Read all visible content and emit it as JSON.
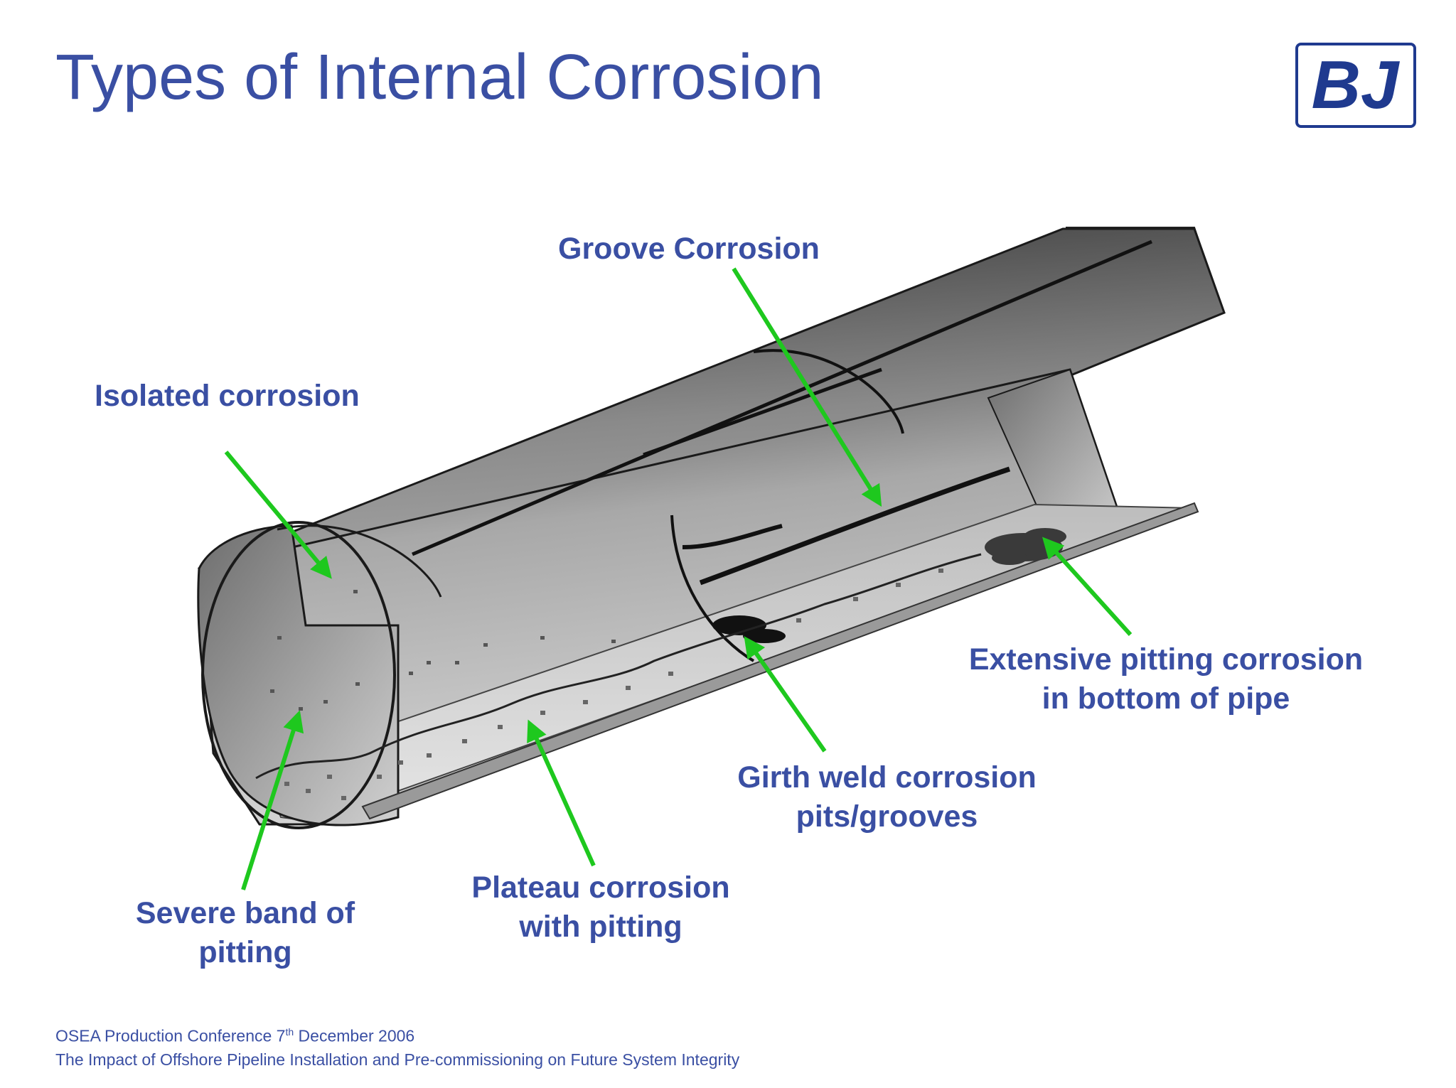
{
  "slide": {
    "title": "Types of Internal Corrosion",
    "logo_text": "BJ"
  },
  "labels": {
    "groove": "Groove Corrosion",
    "isolated": "Isolated corrosion",
    "extensive_line1": "Extensive pitting corrosion",
    "extensive_line2": "in bottom of pipe",
    "girth_line1": "Girth weld corrosion",
    "girth_line2": "pits/grooves",
    "plateau_line1": "Plateau corrosion",
    "plateau_line2": "with pitting",
    "severe_line1": "Severe band of",
    "severe_line2": "pitting"
  },
  "footer": {
    "line1_prefix": "OSEA Production Conference 7",
    "line1_sup": "th",
    "line1_suffix": " December 2006",
    "line2": "The Impact of Offshore Pipeline Installation and Pre-commissioning on Future System Integrity"
  },
  "colors": {
    "text": "#3a4fa3",
    "arrow": "#1ec81e",
    "logo_blue": "#1f3a8f"
  }
}
